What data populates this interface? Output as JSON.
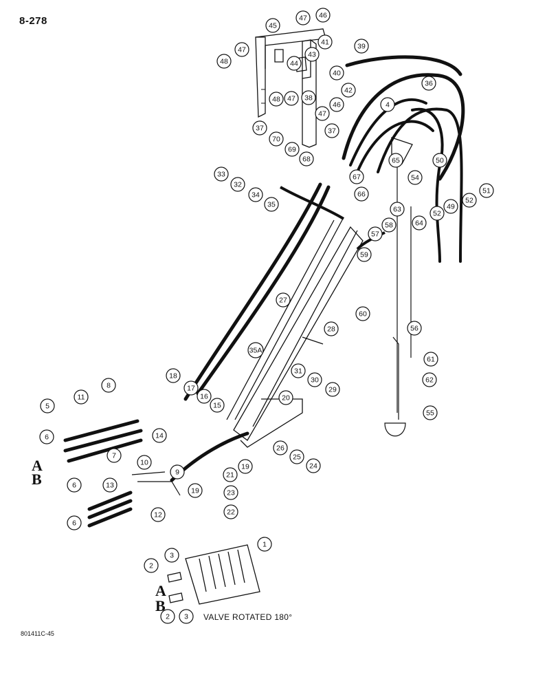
{
  "page_number": "8-278",
  "reference_code": "801411C-45",
  "valve_caption": "VALVE ROTATED 180°",
  "port_letters": [
    "A",
    "B",
    "A",
    "B"
  ],
  "callouts": [
    "1",
    "2",
    "3",
    "4",
    "5",
    "6",
    "7",
    "8",
    "9",
    "10",
    "11",
    "12",
    "13",
    "14",
    "15",
    "16",
    "17",
    "18",
    "19",
    "20",
    "21",
    "22",
    "23",
    "24",
    "25",
    "26",
    "27",
    "28",
    "29",
    "30",
    "31",
    "32",
    "33",
    "34",
    "35",
    "35A",
    "36",
    "37",
    "38",
    "39",
    "40",
    "41",
    "42",
    "43",
    "44",
    "45",
    "46",
    "47",
    "48",
    "49",
    "50",
    "51",
    "52",
    "54",
    "55",
    "56",
    "57",
    "58",
    "59",
    "60",
    "61",
    "62",
    "63",
    "64",
    "65",
    "66",
    "67",
    "68",
    "69",
    "70"
  ]
}
